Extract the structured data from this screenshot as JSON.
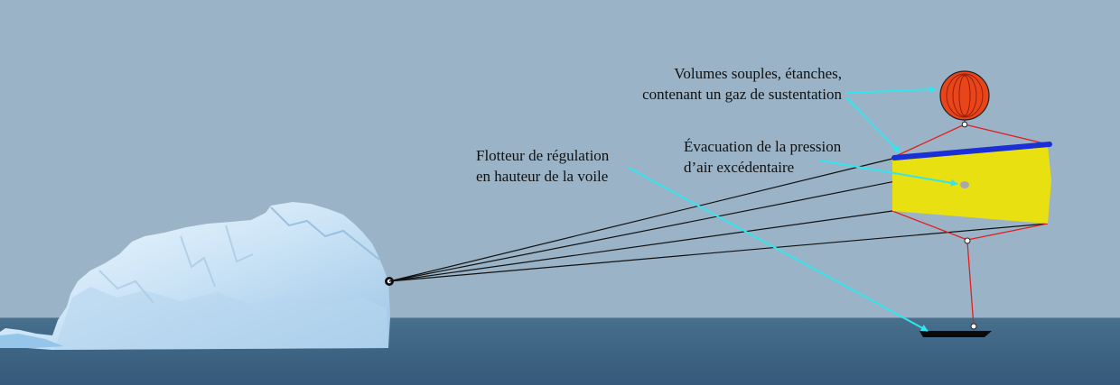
{
  "labels": {
    "volumes": [
      "Volumes souples, étanches,",
      "contenant un gaz de sustentation"
    ],
    "evacuation": [
      "Évacuation de la pression",
      "d’air excédentaire"
    ],
    "flotteur": [
      "Flotteur de régulation",
      "en hauteur de la voile"
    ]
  },
  "colors": {
    "sky": "#9ab3c6",
    "sea": "#3f6784",
    "ice": "#cfe6f7",
    "balloon": "#e8451a",
    "sail": "#e8e010",
    "spar": "#1a2fd6",
    "rigging": "#e02020",
    "tether": "#111111",
    "arrow": "#33e5ee",
    "float": "#0a0a0a"
  },
  "icons": {
    "balloon": "balloon-icon",
    "attachment": "anchor-ring-icon"
  }
}
